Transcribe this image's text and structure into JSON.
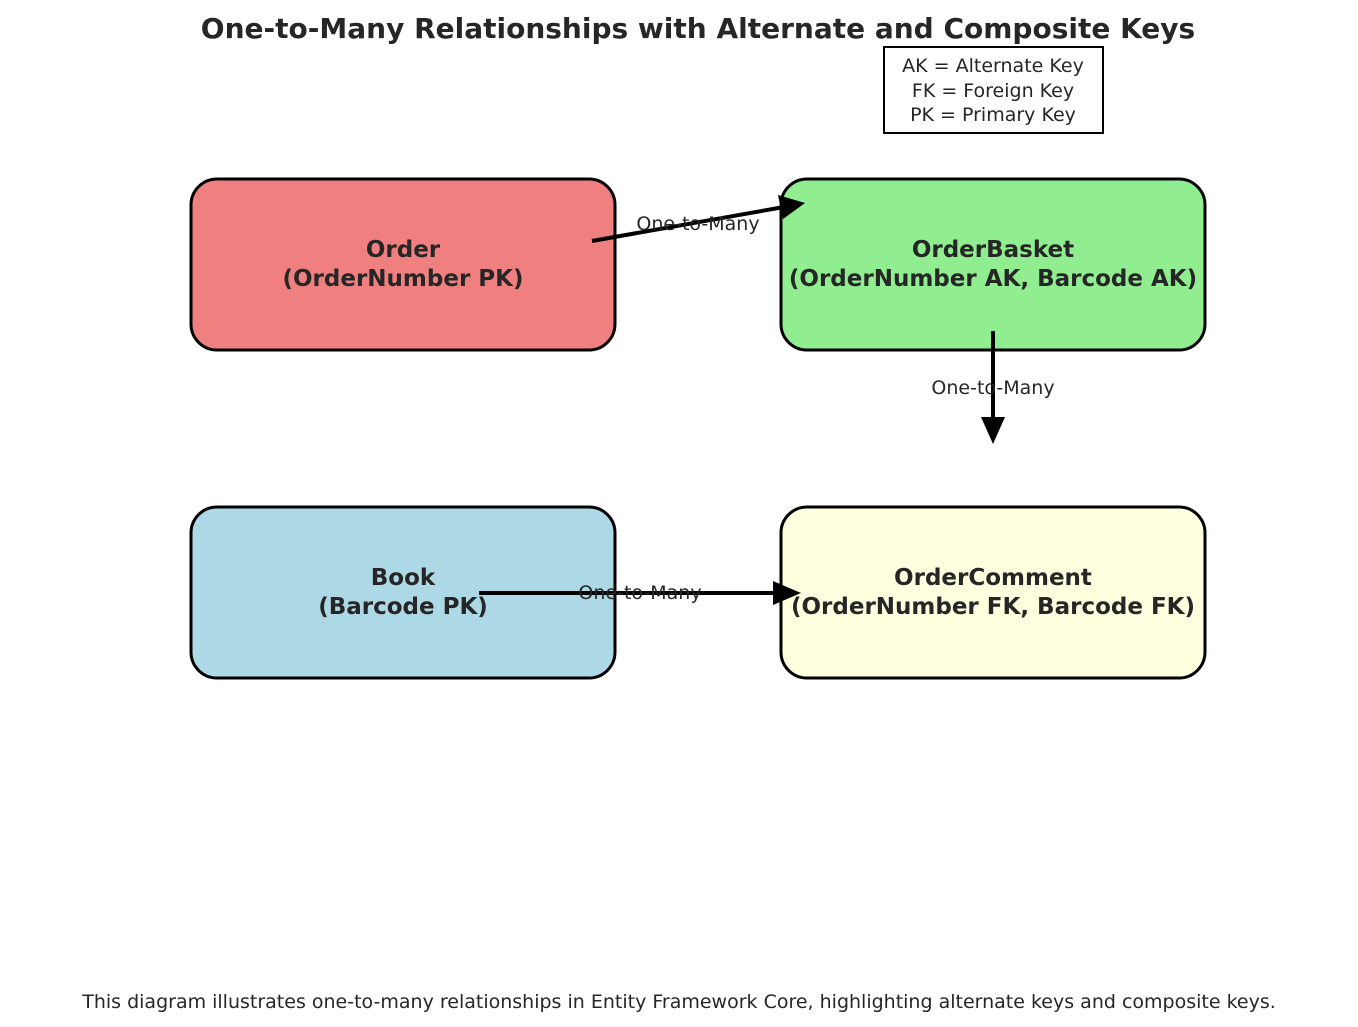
{
  "title": "One-to-Many Relationships with Alternate and Composite Keys",
  "legend": {
    "lines": [
      "AK = Alternate Key",
      "FK = Foreign Key",
      "PK = Primary Key"
    ]
  },
  "entities": {
    "order": {
      "line1": "Order",
      "line2": "(OrderNumber PK)",
      "fill": "#F08080"
    },
    "order_basket": {
      "line1": "OrderBasket",
      "line2": "(OrderNumber AK, Barcode AK)",
      "fill": "#90EE90"
    },
    "book": {
      "line1": "Book",
      "line2": "(Barcode PK)",
      "fill": "#ADD8E6"
    },
    "order_comment": {
      "line1": "OrderComment",
      "line2": "(OrderNumber FK, Barcode FK)",
      "fill": "#FFFFE0"
    }
  },
  "relationships": {
    "order_to_basket": {
      "label": "One-to-Many"
    },
    "basket_to_comment": {
      "label": "One-to-Many"
    },
    "book_to_comment": {
      "label": "One-to-Many"
    }
  },
  "caption": "This diagram illustrates one-to-many relationships in Entity Framework Core, highlighting alternate keys and composite keys."
}
